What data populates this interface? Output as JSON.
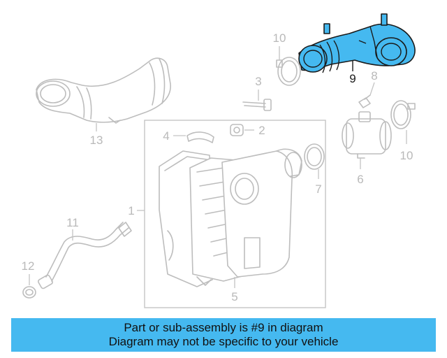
{
  "diagram": {
    "callouts": {
      "c1": "1",
      "c2": "2",
      "c3": "3",
      "c4": "4",
      "c5": "5",
      "c6": "6",
      "c7": "7",
      "c8": "8",
      "c9": "9",
      "c10a": "10",
      "c10b": "10",
      "c11": "11",
      "c12": "12",
      "c13": "13"
    },
    "highlighted_part": "9",
    "colors": {
      "highlight": "#45b9f0",
      "line_art": "#bdbdbd",
      "banner": "#45b9f0"
    }
  },
  "banner": {
    "line1": "Part or sub-assembly is #9 in diagram",
    "line2": "Diagram may not be specific to your vehicle"
  }
}
